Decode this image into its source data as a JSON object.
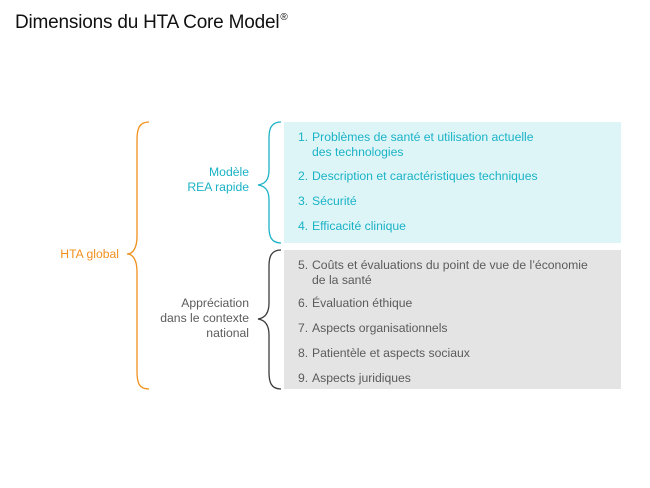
{
  "title": {
    "text": "Dimensions du HTA Core Model",
    "mark": "®"
  },
  "global": {
    "label": "HTA global"
  },
  "groups": {
    "rea": {
      "label_lines": [
        "Modèle",
        "REA rapide"
      ],
      "items": [
        {
          "num": "1.",
          "lines": [
            "Problèmes de santé et utilisation actuelle",
            "des technologies"
          ]
        },
        {
          "num": "2.",
          "lines": [
            "Description et caractéristiques techniques"
          ]
        },
        {
          "num": "3.",
          "lines": [
            "Sécurité"
          ]
        },
        {
          "num": "4.",
          "lines": [
            "Efficacité clinique"
          ]
        }
      ]
    },
    "national": {
      "label_lines": [
        "Appréciation",
        "dans le contexte",
        "national"
      ],
      "items": [
        {
          "num": "5.",
          "lines": [
            "Coûts et évaluations du point de vue de l’économie",
            "de la santé"
          ]
        },
        {
          "num": "6.",
          "lines": [
            "Évaluation éthique"
          ]
        },
        {
          "num": "7.",
          "lines": [
            "Aspects organisationnels"
          ]
        },
        {
          "num": "8.",
          "lines": [
            "Patientèle et aspects sociaux"
          ]
        },
        {
          "num": "9.",
          "lines": [
            "Aspects juridiques"
          ]
        }
      ]
    }
  },
  "colors": {
    "teal": "#1ab3c6",
    "orange": "#f2901e",
    "grey_text": "#5b5b5b",
    "grey_bracket": "#3c3c3c",
    "teal_fill": "#def5f8",
    "grey_fill": "#e4e4e4"
  }
}
